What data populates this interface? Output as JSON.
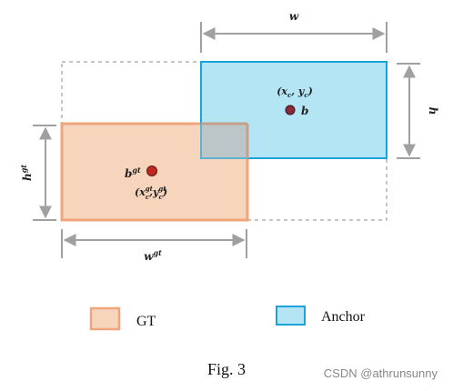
{
  "diagram": {
    "dim_labels": {
      "w": "w",
      "h": "h",
      "w_gt": "w",
      "w_gt_sup": "gt",
      "h_gt": "h",
      "h_gt_sup": "gt"
    },
    "anchor_center": {
      "coords_open": "(",
      "x": "x",
      "x_sub": "c",
      "comma": ", ",
      "y": "y",
      "y_sub": "c",
      "coords_close": ")",
      "point": "b"
    },
    "gt_center": {
      "point": "b",
      "point_sup": "gt",
      "coords_open": "(",
      "x": "x",
      "x_sup": "gt",
      "x_sub": "c",
      "comma": ",",
      "y": "y",
      "y_sup": "gt",
      "y_sub": "c",
      "coords_close": ")"
    },
    "legend": [
      {
        "label": "GT",
        "color": "#f7d5bd",
        "border": "#f0a57a"
      },
      {
        "label": "Anchor",
        "color": "#b3e5f5",
        "border": "#1aa3d8"
      }
    ],
    "caption": "Fig. 3",
    "watermark": "CSDN @athrunsunny",
    "colors": {
      "gt_fill": "#f7d5bd",
      "gt_stroke": "#f0a57a",
      "anchor_fill": "#b3e5f5",
      "anchor_stroke": "#1aa3d8",
      "overlap_fill": "#bcc6c8",
      "center_point": "#c0281f",
      "anchor_point": "#8a2a3a",
      "arrow": "#a0a0a0",
      "dashed": "#8a8a8a"
    }
  }
}
